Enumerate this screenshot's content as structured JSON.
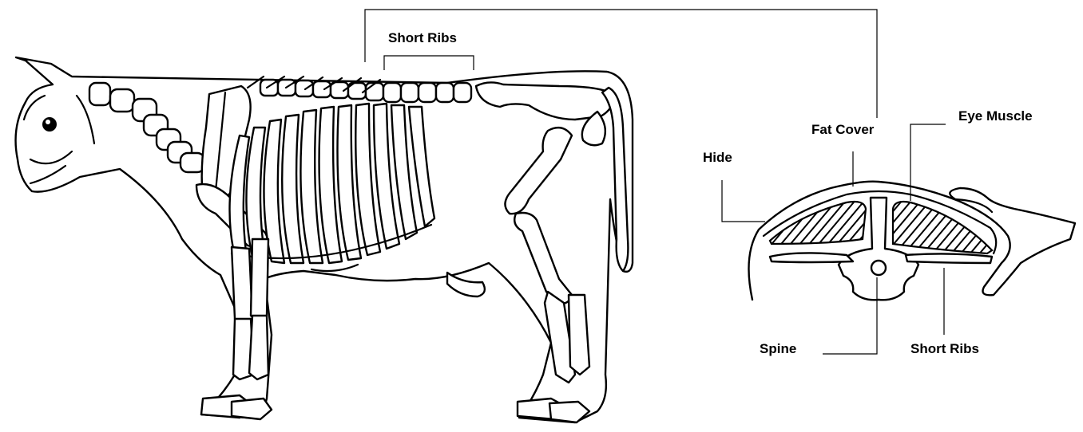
{
  "labels": {
    "short_ribs_top": "Short Ribs",
    "fat_cover": "Fat Cover",
    "eye_muscle": "Eye Muscle",
    "hide": "Hide",
    "spine": "Spine",
    "short_ribs_section": "Short Ribs"
  }
}
